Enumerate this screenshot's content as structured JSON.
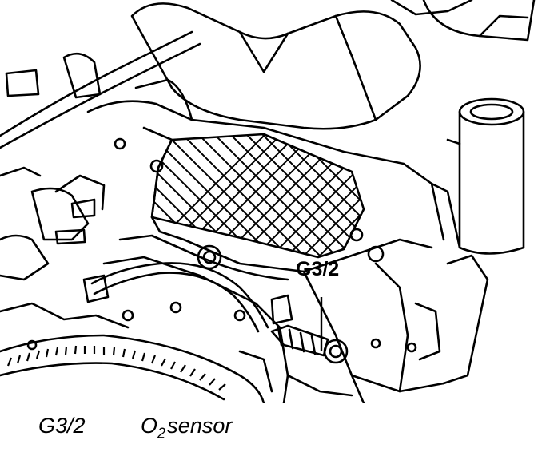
{
  "diagram": {
    "callout": "G3/2"
  },
  "caption": {
    "code": "G3/2",
    "description_main": "O",
    "description_sub": "2",
    "description_rest": "sensor"
  },
  "colors": {
    "ink": "#000000",
    "paper": "#ffffff"
  }
}
